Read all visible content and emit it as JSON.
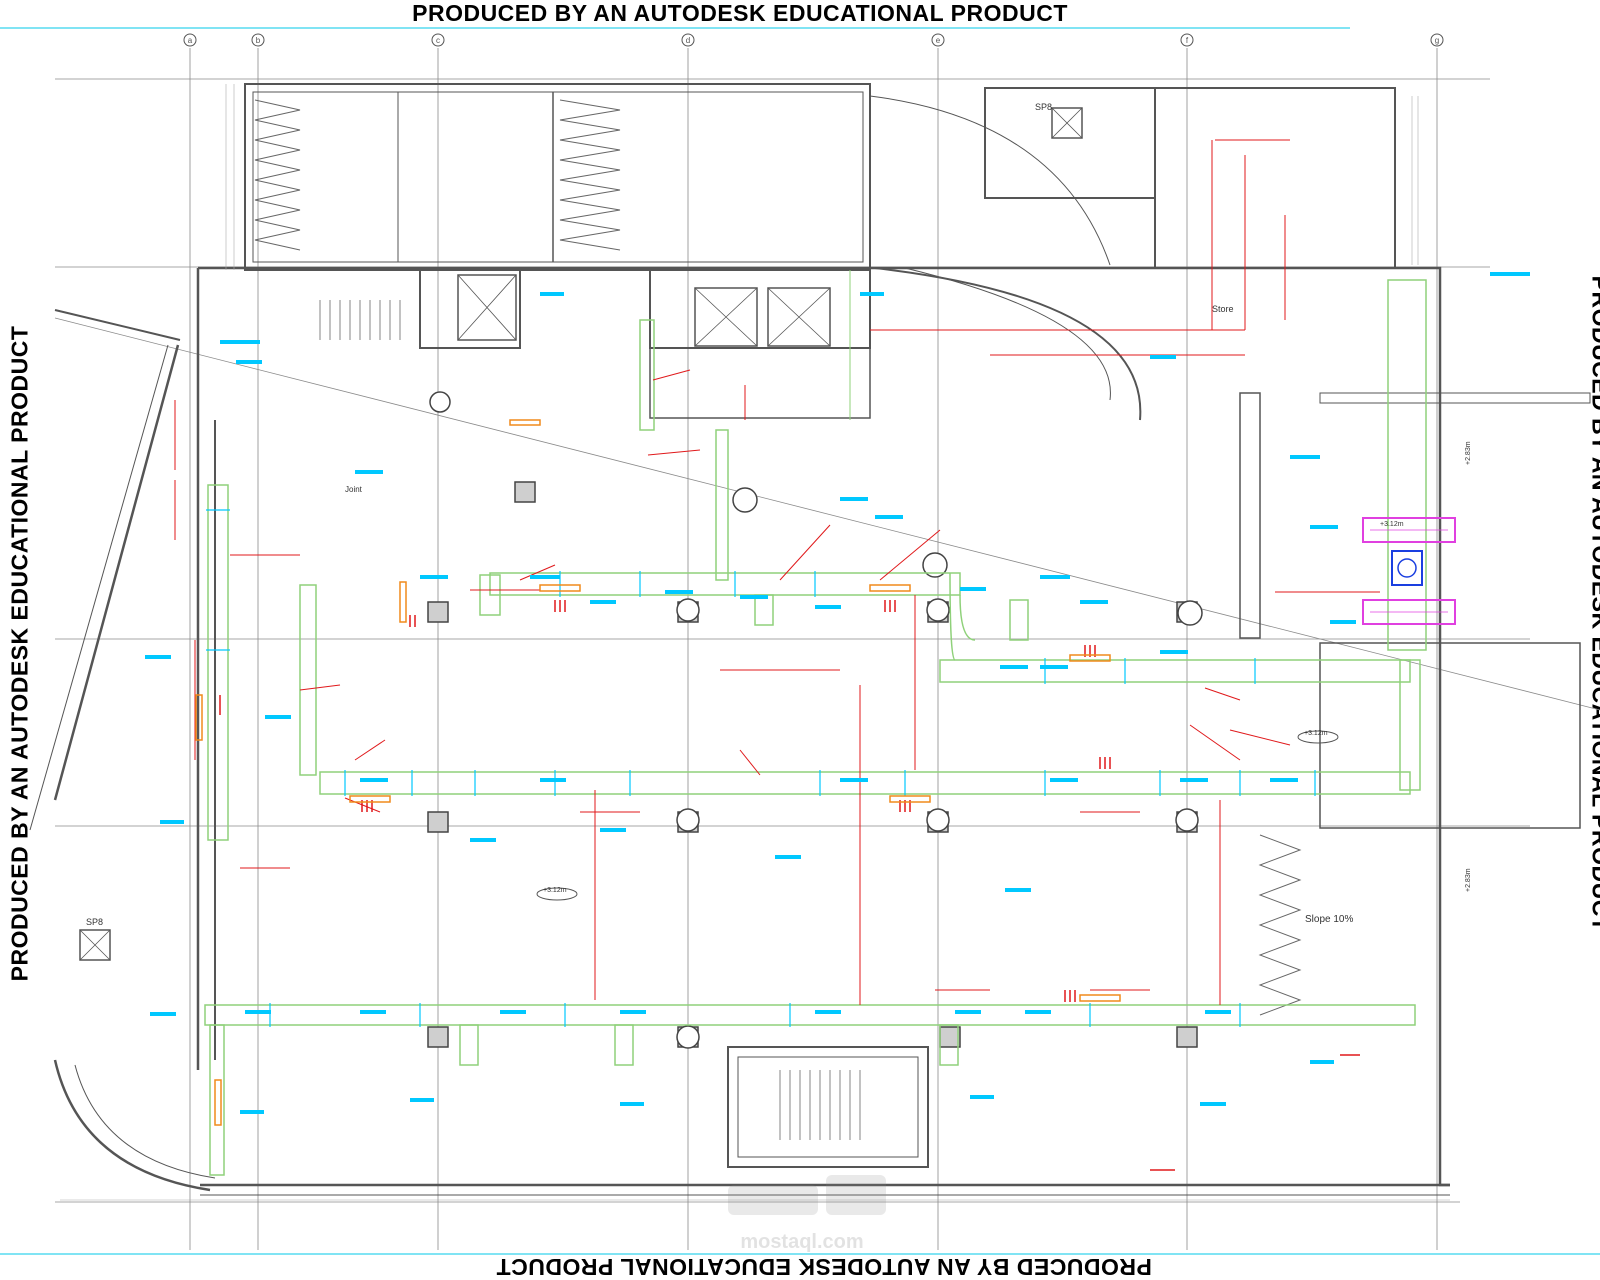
{
  "banner": "PRODUCED BY AN AUTODESK EDUCATIONAL PRODUCT",
  "grid_labels": [
    "a",
    "b",
    "c",
    "d",
    "e",
    "f",
    "g"
  ],
  "room_labels": {
    "store": "Store",
    "slope": "Slope 10%",
    "joint": "Joint",
    "sp_a": "SP8",
    "sp_b": "SP8"
  },
  "levels": {
    "lv1": "+3.12m",
    "lv2": "+3.12m",
    "lv3": "+3.12m",
    "lv4": "+2.83m",
    "lv5": "+2.83m"
  },
  "watermark": {
    "site": "mostaql.com"
  },
  "colors": {
    "duct": "#8fd17a",
    "dim": "#e0191b",
    "label": "#00c8ff",
    "wall": "#606060",
    "magenta": "#e040e0",
    "blue": "#1a3fe0"
  }
}
